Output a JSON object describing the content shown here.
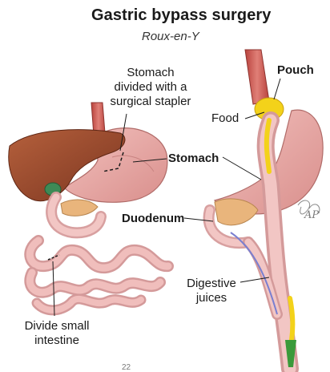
{
  "title": "Gastric bypass surgery",
  "subtitle": "Roux-en-Y",
  "labels": {
    "stomach_divided": [
      "Stomach",
      "divided with a",
      "surgical stapler"
    ],
    "pouch": "Pouch",
    "food": "Food",
    "stomach": "Stomach",
    "duodenum": "Duodenum",
    "digestive_juices": [
      "Digestive",
      "juices"
    ],
    "divide_small_intestine": [
      "Divide small",
      "intestine"
    ]
  },
  "signature": "AP",
  "page_number": "22",
  "colors": {
    "liver": "#9a4a2c",
    "stomach": "#e7a7a4",
    "intestine": "#efb6b6",
    "esophagus": "#c5524c",
    "pouch_food": "#f3d21a",
    "pancreas": "#e9b57c",
    "juice_line": "#7a7fd0",
    "outflow": "#3a9a3a",
    "gallbladder": "#3e8a56"
  }
}
